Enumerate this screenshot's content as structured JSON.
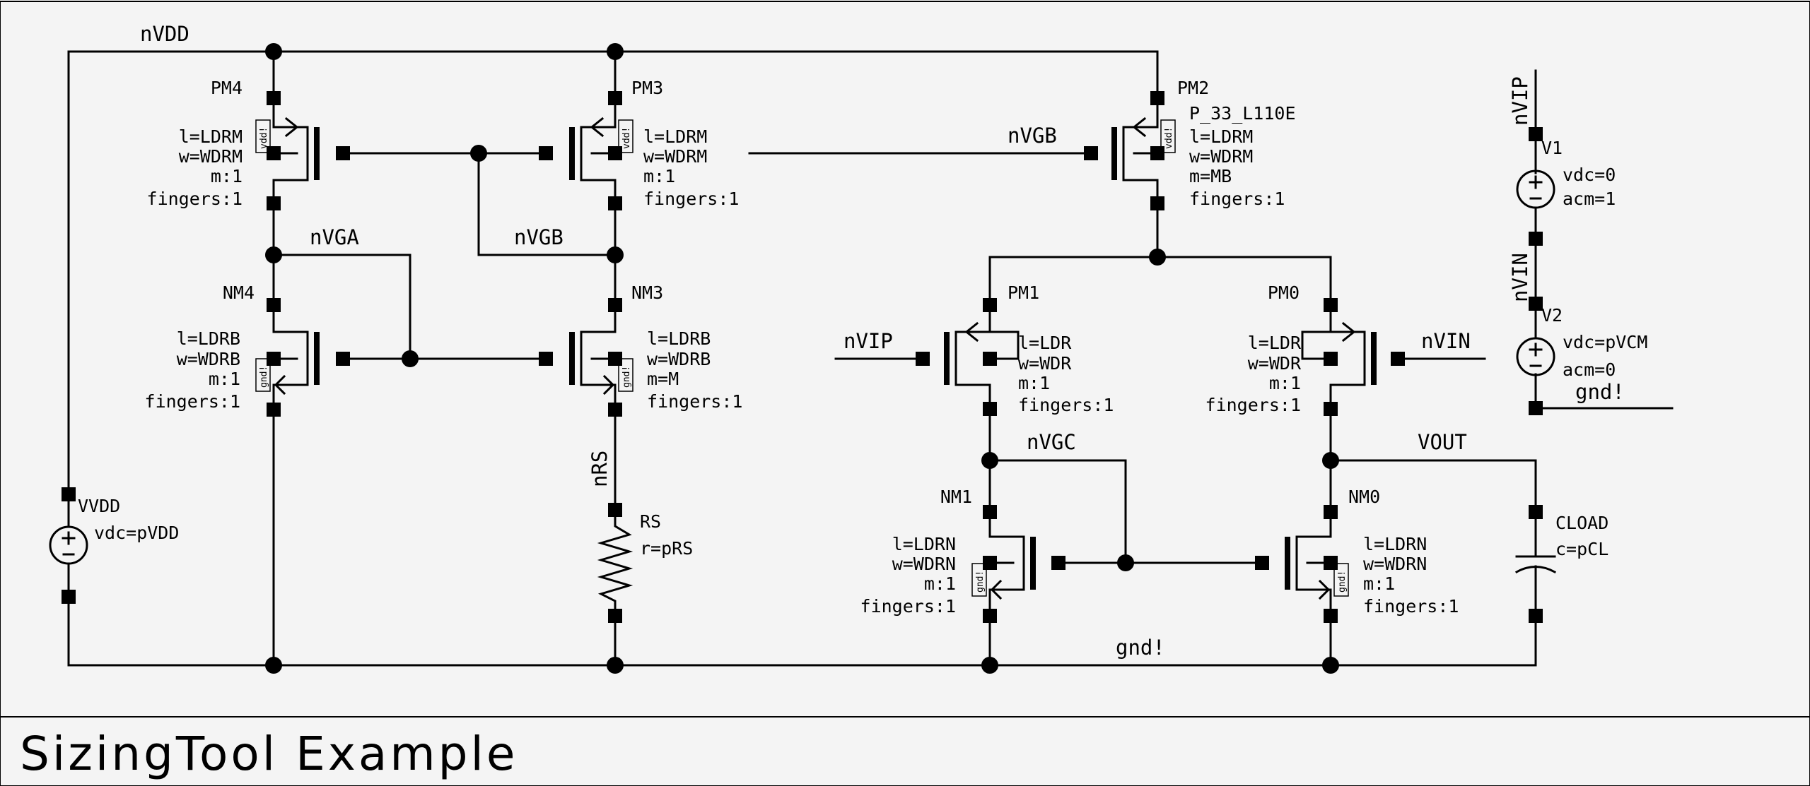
{
  "title_block": {
    "title": "SizingTool Example"
  },
  "nets": {
    "nvdd": "nVDD",
    "nvga": "nVGA",
    "nvgb": "nVGB",
    "nvgb_right": "nVGB",
    "nrs": "nRS",
    "nvgc": "nVGC",
    "vout": "VOUT",
    "gnd": "gnd!",
    "nvip": "nVIP",
    "nvin": "nVIN",
    "nvip_src": "nVIP",
    "nvin_src": "nVIN",
    "gnd_src": "gnd!"
  },
  "devices": {
    "PM4": {
      "name": "PM4",
      "l": "l=LDRM",
      "w": "w=WDRM",
      "m": "m:1",
      "f": "fingers:1",
      "bulk": "vdd!"
    },
    "PM3": {
      "name": "PM3",
      "l": "l=LDRM",
      "w": "w=WDRM",
      "m": "m:1",
      "f": "fingers:1",
      "bulk": "vdd!"
    },
    "PM2": {
      "name": "PM2",
      "model": "P_33_L110E",
      "l": "l=LDRM",
      "w": "w=WDRM",
      "m": "m=MB",
      "f": "fingers:1",
      "bulk": "vdd!"
    },
    "NM4": {
      "name": "NM4",
      "l": "l=LDRB",
      "w": "w=WDRB",
      "m": "m:1",
      "f": "fingers:1",
      "bulk": "gnd!"
    },
    "NM3": {
      "name": "NM3",
      "l": "l=LDRB",
      "w": "w=WDRB",
      "m": "m=M",
      "f": "fingers:1",
      "bulk": "gnd!"
    },
    "PM1": {
      "name": "PM1",
      "l": "l=LDR",
      "w": "w=WDR",
      "m": "m:1",
      "f": "fingers:1"
    },
    "PM0": {
      "name": "PM0",
      "l": "l=LDR",
      "w": "w=WDR",
      "m": "m:1",
      "f": "fingers:1"
    },
    "NM1": {
      "name": "NM1",
      "l": "l=LDRN",
      "w": "w=WDRN",
      "m": "m:1",
      "f": "fingers:1",
      "bulk": "gnd!"
    },
    "NM0": {
      "name": "NM0",
      "l": "l=LDRN",
      "w": "w=WDRN",
      "m": "m:1",
      "f": "fingers:1",
      "bulk": "gnd!"
    },
    "RS": {
      "name": "RS",
      "r": "r=pRS"
    },
    "CLOAD": {
      "name": "CLOAD",
      "c": "c=pCL"
    },
    "VVDD": {
      "name": "VVDD",
      "vdc": "vdc=pVDD"
    },
    "V1": {
      "name": "V1",
      "vdc": "vdc=0",
      "acm": "acm=1"
    },
    "V2": {
      "name": "V2",
      "vdc": "vdc=pVCM",
      "acm": "acm=0"
    }
  }
}
